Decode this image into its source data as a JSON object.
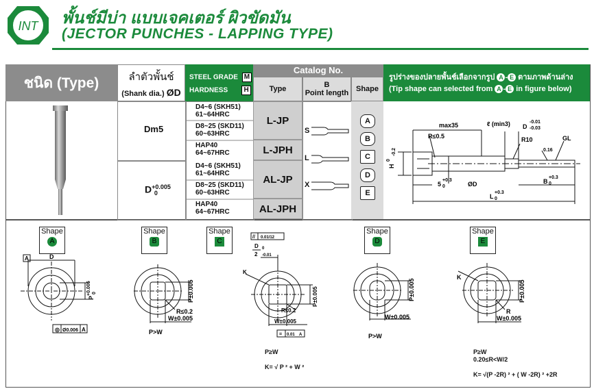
{
  "brand": {
    "logo_text": "INT"
  },
  "title": {
    "thai": "พั้นช์มีบ่า แบบเจคเตอร์ ผิวขัดมัน",
    "english": "(JECTOR PUNCHES - LAPPING TYPE)"
  },
  "table": {
    "header": {
      "type": "ชนิด (Type)",
      "shank_th": "ลำตัวพั้นช์",
      "shank_en": "(Shank dia.)",
      "shank_symbol": "ØD",
      "steel_grade": "STEEL GRADE",
      "steel_grade_mark": "M",
      "hardness": "HARDNESS",
      "hardness_mark": "H",
      "catalog": "Catalog No.",
      "col_type": "Type",
      "col_b": "B",
      "col_point": "Point length",
      "col_shape": "Shape",
      "tip_th_1": "รูปร่างของปลายพั้นช์เลือกจากรูป",
      "tip_th_2": "ตามภาพด้านล่าง",
      "tip_en_1": "(Tip shape can selected from",
      "tip_en_2": "in figure below)",
      "tip_from": "A",
      "tip_to": "E"
    },
    "rows": {
      "dm5": "Dm5",
      "d_main": "D",
      "d_sup": "+0.005",
      "d_sub": "0",
      "grade_1a": "D4~6 (SKH51)",
      "grade_1b": "61~64HRC",
      "grade_2a": "D8~25 (SKD11)",
      "grade_2b": "60~63HRC",
      "grade_3a": "HAP40",
      "grade_3b": "64~67HRC",
      "grade_4a": "D4~6 (SKH51)",
      "grade_4b": "61~64HRC",
      "grade_5a": "D8~25 (SKD11)",
      "grade_5b": "60~63HRC",
      "grade_6a": "HAP40",
      "grade_6b": "64~67HRC"
    },
    "types": [
      "L-JP",
      "L-JPH",
      "AL-JP",
      "AL-JPH"
    ],
    "point_lengths": [
      "S",
      "L",
      "X"
    ],
    "shapes": [
      "A",
      "B",
      "C",
      "D",
      "E"
    ]
  },
  "drawing": {
    "max35": "max35",
    "lmin": "ℓ (min3)",
    "d_tol_top": "D",
    "d_tol_a": "-0.01",
    "d_tol_b": "-0.03",
    "r05": "R≤0.5",
    "r10": "R10",
    "gl": "GL",
    "g016": "0.16",
    "h": "H",
    "h_tol_a": "0",
    "h_tol_b": "-0.2",
    "five": "5",
    "five_tol_a": "+0.3",
    "five_tol_b": "0",
    "od": "ØD",
    "b": "B",
    "b_tol_a": "+0.3",
    "b_tol_b": "0",
    "l": "L",
    "l_tol_a": "+0.3",
    "l_tol_b": "0"
  },
  "shapes_detail": {
    "shape_word": "Shape",
    "a": {
      "letter": "A",
      "d": "D",
      "a_box": "A",
      "p": "P",
      "p_tol_a": "+0.005",
      "p_tol_b": "0",
      "conc_tol": "Ø0.006",
      "conc_ref": "A"
    },
    "b": {
      "letter": "B",
      "p": "P±0.005",
      "r": "R≤0.2",
      "w": "W±0.005",
      "note": "P>W"
    },
    "c": {
      "letter": "C",
      "par": "//",
      "par_tol": "0.01/12",
      "d2": "D",
      "d2_den": "2",
      "d2_tol": "-0.01",
      "d2_tol0": "0",
      "k": "K",
      "p": "P±0.005",
      "r": "R≤0.2",
      "w": "W±0.005",
      "sym": "0.01",
      "sym_ref": "A",
      "note1": "P≥W",
      "note2": "K= √ P ² + W ²"
    },
    "d": {
      "letter": "D",
      "p": "P±0.005",
      "w": "W±0.005",
      "note": "P>W"
    },
    "e": {
      "letter": "E",
      "k": "K",
      "p": "P±0.005",
      "r": "R",
      "w": "W±0.005",
      "note1": "P≥W",
      "note2": "0.20≤R<W/2",
      "note3": "K= √(P -2R) ² + ( W -2R) ² +2R"
    }
  }
}
